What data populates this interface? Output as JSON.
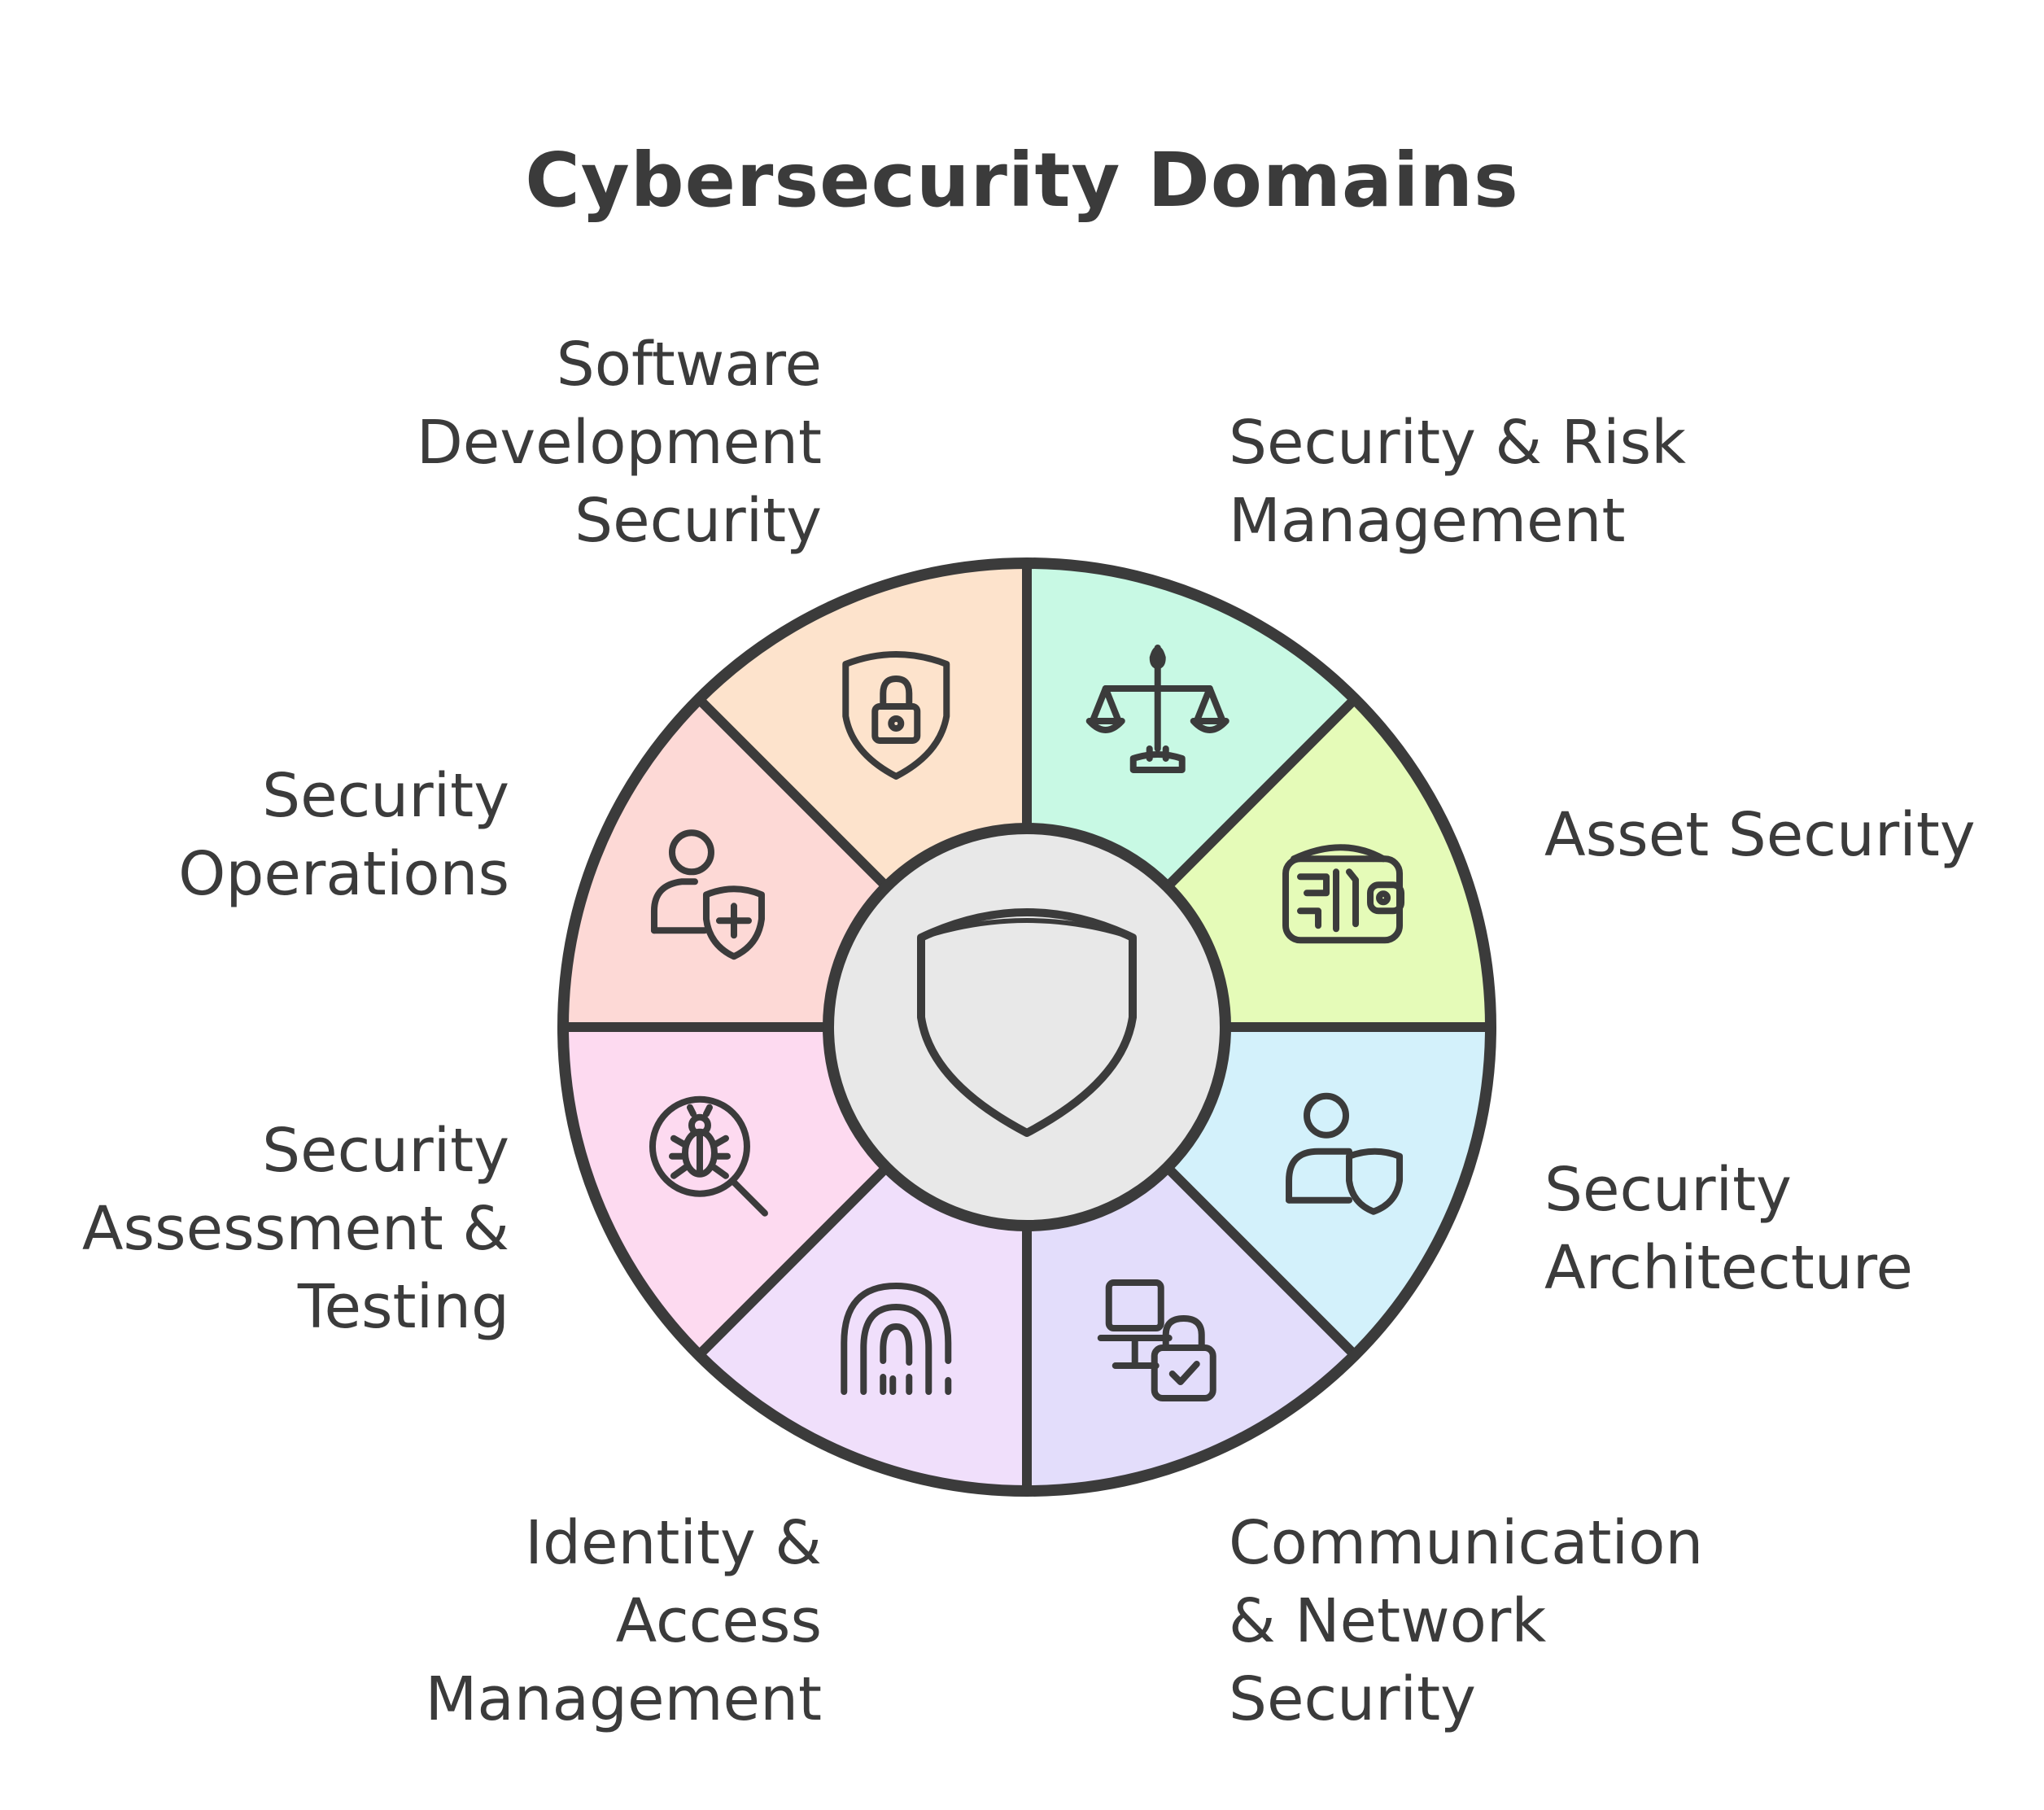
{
  "title": "Cybersecurity Domains",
  "colors": {
    "stroke": "#3b3b3b",
    "center_fill": "#e8e8e8",
    "software_development_security": "#fde3cc",
    "security_risk_management": "#c8f9e4",
    "asset_security": "#e5fbb8",
    "security_architecture": "#d3f1fb",
    "communication_network_security": "#e3ddfb",
    "identity_access_management": "#f0dffb",
    "security_assessment_testing": "#fddaf0",
    "security_operations": "#fdd9d6"
  },
  "center": {
    "icon": "shield-icon"
  },
  "segments": [
    {
      "id": "software-development-security",
      "lines": [
        "Software",
        "Development",
        "Security"
      ],
      "icon": "shield-lock-icon"
    },
    {
      "id": "security-risk-management",
      "lines": [
        "Security & Risk",
        "Management"
      ],
      "icon": "balance-scale-icon"
    },
    {
      "id": "asset-security",
      "lines": [
        "Asset Security"
      ],
      "icon": "wallet-icon"
    },
    {
      "id": "security-architecture",
      "lines": [
        "Security",
        "Architecture"
      ],
      "icon": "user-shield-icon"
    },
    {
      "id": "communication-network-security",
      "lines": [
        "Communication",
        "& Network",
        "Security"
      ],
      "icon": "computer-lock-icon"
    },
    {
      "id": "identity-access-management",
      "lines": [
        "Identity &",
        "Access",
        "Management"
      ],
      "icon": "fingerprint-icon"
    },
    {
      "id": "security-assessment-testing",
      "lines": [
        "Security",
        "Assessment &",
        "Testing"
      ],
      "icon": "bug-search-icon"
    },
    {
      "id": "security-operations",
      "lines": [
        "Security",
        "Operations"
      ],
      "icon": "user-shield-plus-icon"
    }
  ]
}
